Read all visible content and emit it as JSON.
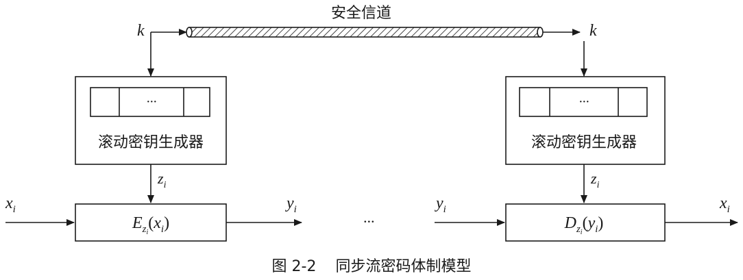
{
  "channel": {
    "label": "安全信道"
  },
  "key": {
    "left": "k",
    "right": "k"
  },
  "generator": {
    "label_left": "滚动密钥生成器",
    "label_right": "滚动密钥生成器",
    "register_dots": "···"
  },
  "keystream": {
    "symbol": "z",
    "subscript": "i"
  },
  "encrypt": {
    "func": "E",
    "sub_base": "z",
    "sub_index": "i",
    "arg": "x",
    "arg_index": "i"
  },
  "decrypt": {
    "func": "D",
    "sub_base": "z",
    "sub_index": "i",
    "arg": "y",
    "arg_index": "i"
  },
  "signals": {
    "plain": "x",
    "cipher": "y",
    "index": "i"
  },
  "middle_dots": "···",
  "caption": {
    "number": "图 2-2",
    "title": "同步流密码体制模型"
  }
}
